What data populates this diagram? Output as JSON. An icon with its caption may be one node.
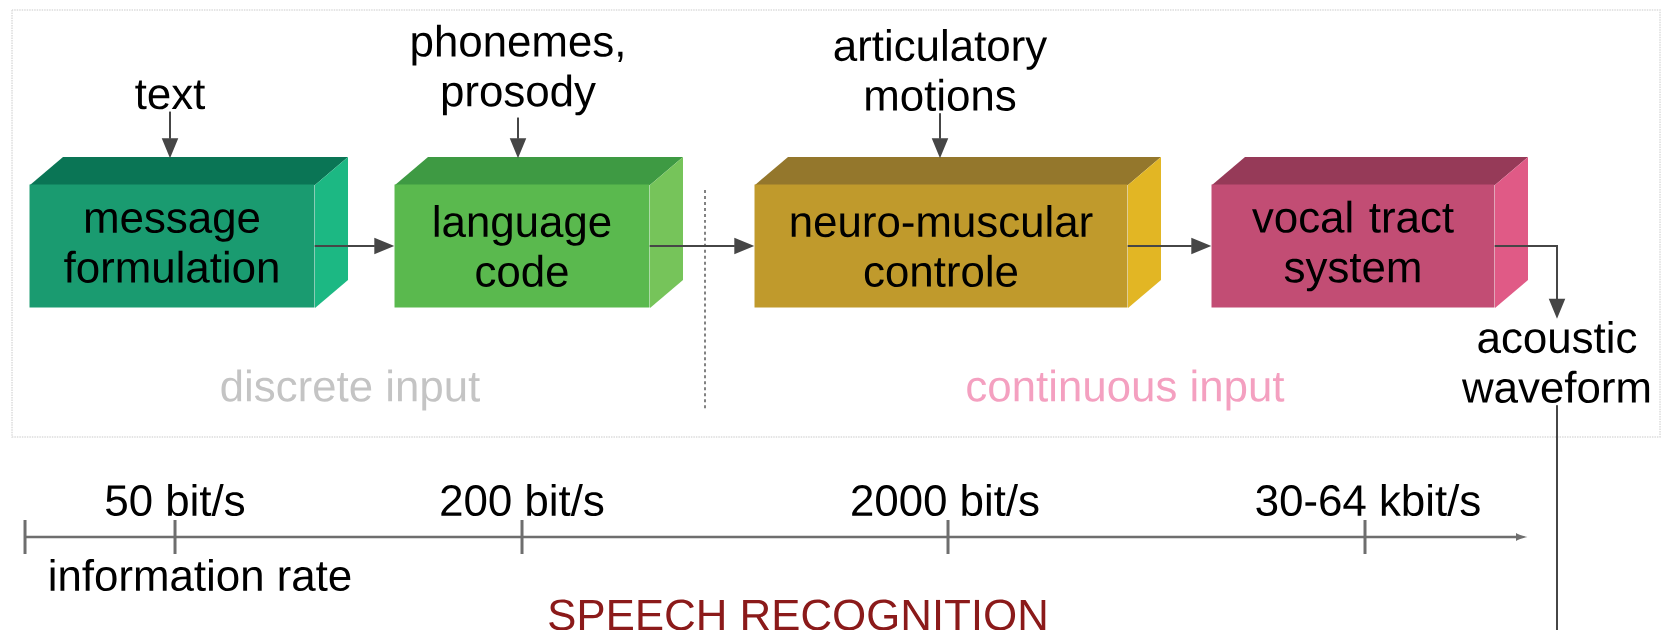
{
  "diagram": {
    "nodes": [
      {
        "text": [
          "message formulation"
        ]
      },
      {
        "text": [
          "language code"
        ]
      },
      {
        "text": [
          "neuro-muscular controle"
        ]
      },
      {
        "text": [
          "vocal tract system"
        ]
      },
      {
        "text": [
          "text"
        ]
      },
      {
        "text": [
          "phonemes, prosody"
        ]
      },
      {
        "text": [
          "articulatory motions"
        ]
      },
      {
        "text": [
          "acoustic waveform"
        ]
      }
    ],
    "edges": [
      {
        "from": 4,
        "to": 0,
        "arrow": "to"
      },
      {
        "from": 5,
        "to": 1,
        "arrow": "to"
      },
      {
        "from": 6,
        "to": 2,
        "arrow": "to"
      },
      {
        "from": 0,
        "to": 1,
        "arrow": "to"
      },
      {
        "from": 1,
        "to": 2,
        "arrow": "to"
      },
      {
        "from": 2,
        "to": 3,
        "arrow": "to"
      },
      {
        "from": 3,
        "to": 7,
        "arrow": "to"
      },
      {
        "from": 7,
        "to": null,
        "arrow": "none"
      }
    ],
    "labels": [
      "discrete input",
      "continuous input",
      "50 bit/s",
      "200 bit/s",
      "2000 bit/s",
      "30-64 kbit/s",
      "information rate",
      "SPEECH RECOGNITION"
    ]
  }
}
